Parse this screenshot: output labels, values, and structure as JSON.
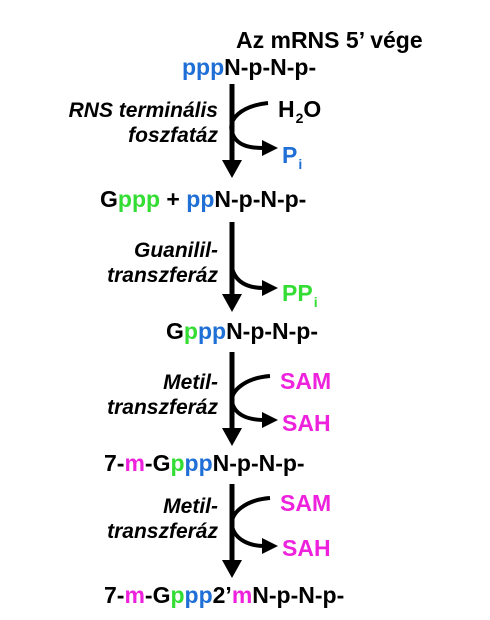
{
  "header": {
    "title": "Az mRNS 5’ vége",
    "ppp": "ppp",
    "chain": "N-p-N-p-"
  },
  "step1": {
    "enzyme_line1": "RNS terminális",
    "enzyme_line2": "foszfatáz",
    "input": "H",
    "input_sub": "2",
    "input_end": "O",
    "output": "P",
    "output_sub": "i"
  },
  "product1": {
    "g": "G",
    "ppp": "ppp",
    "plus": " + ",
    "pp": "pp",
    "chain": "N-p-N-p-"
  },
  "step2": {
    "enzyme_line1": "Guanilil-",
    "enzyme_line2": "transzferáz",
    "output": "PP",
    "output_sub": "i"
  },
  "product2": {
    "g": "G",
    "p_green": "p",
    "pp_blue": "pp",
    "chain": "N-p-N-p-"
  },
  "step3": {
    "enzyme_line1": "Metil-",
    "enzyme_line2": "transzferáz",
    "input": "SAM",
    "output": "SAH"
  },
  "product3": {
    "prefix": "7-",
    "m": "m",
    "g": "-G",
    "p_green": "p",
    "pp_blue": "pp",
    "chain": "N-p-N-p-"
  },
  "step4": {
    "enzyme_line1": "Metil-",
    "enzyme_line2": "transzferáz",
    "input": "SAM",
    "output": "SAH"
  },
  "product4": {
    "prefix": "7-",
    "m": "m",
    "g": "-G",
    "p_green": "p",
    "pp_blue": "pp",
    "mid": "2’",
    "m2": "m",
    "chain": "N-p-N-p-"
  },
  "colors": {
    "blue": "#1f6fd6",
    "green": "#33dd33",
    "magenta": "#ee22dd",
    "black": "#000000"
  }
}
